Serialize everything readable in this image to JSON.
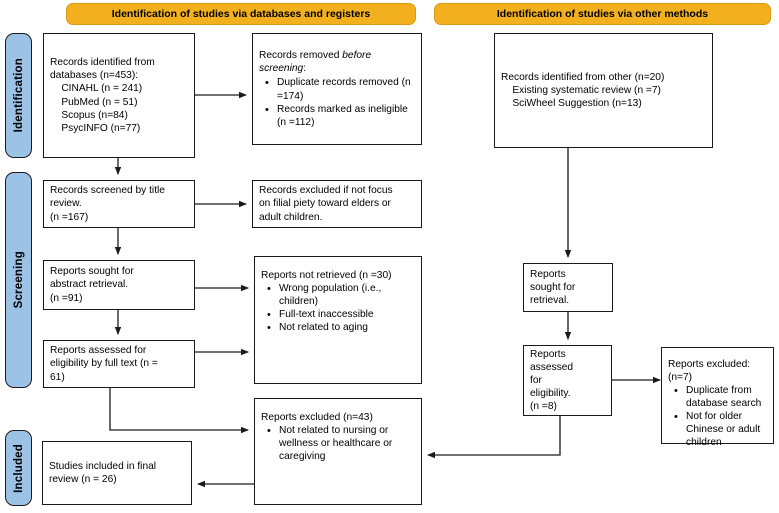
{
  "figure": {
    "type": "prisma-flow-diagram",
    "title": "PRISMA 2020 flow diagram"
  },
  "phases": [
    {
      "id": "identification",
      "label": "Identification"
    },
    {
      "id": "screening",
      "label": "Screening"
    },
    {
      "id": "included",
      "label": "Included"
    }
  ],
  "banners": [
    {
      "id": "databases",
      "label": "Identification of studies via databases and registers"
    },
    {
      "id": "other",
      "label": "Identification of studies via other methods"
    }
  ],
  "colors": {
    "phase_pill": "#9cc3e5",
    "banner": "#f2b01e",
    "box_border": "#1a1a1a",
    "box_fill": "#ffffff",
    "text": "#000000"
  },
  "boxes": {
    "records_identified_databases": {
      "lines": [
        "Records identified from",
        "databases (n=453):",
        "    CINAHL (n = 241)",
        "    PubMed (n = 51)",
        "    Scopus (n=84)",
        "    PsycINFO (n=77)"
      ]
    },
    "records_removed_before_screening": {
      "heading_plain": "Records removed ",
      "heading_italic": "before",
      "heading_plain2": "screening",
      "heading_colon": ":",
      "bullets": [
        "Duplicate records removed (n =174)",
        "Records marked as ineligible (n =112)"
      ]
    },
    "records_screened_title": {
      "lines": [
        "Records screened by title",
        "review.",
        "(n =167)"
      ]
    },
    "records_excluded_focus": {
      "lines": [
        "Records excluded if not focus",
        "on filial piety toward elders or",
        "adult children."
      ]
    },
    "reports_sought_abstract": {
      "lines": [
        "Reports sought for",
        "abstract retrieval.",
        "(n =91)"
      ]
    },
    "reports_not_retrieved": {
      "heading": "Reports not retrieved (n =30)",
      "bullets": [
        "Wrong population (i.e., children)",
        "Full-text inaccessible",
        "Not related to aging"
      ]
    },
    "reports_assessed_fulltext": {
      "lines": [
        "Reports assessed for",
        "eligibility by full text (n =",
        "61)"
      ]
    },
    "reports_excluded_43": {
      "heading": "Reports excluded (n=43)",
      "bullets": [
        "Not related to nursing or wellness or healthcare or caregiving"
      ]
    },
    "studies_included_final": {
      "lines": [
        "Studies included in final",
        "review (n = 26)"
      ]
    },
    "records_identified_other": {
      "lines": [
        "Records identified from other (n=20)",
        "    Existing systematic review (n =7)",
        "    SciWheel Suggestion (n=13)"
      ]
    },
    "reports_sought_retrieval_other": {
      "lines": [
        "Reports",
        "sought for",
        "retrieval."
      ]
    },
    "reports_assessed_other": {
      "lines": [
        "Reports",
        "assessed",
        "for",
        "eligibility.",
        "(n =8)"
      ]
    },
    "reports_excluded_7": {
      "heading": "Reports excluded: (n=7)",
      "bullets": [
        "Duplicate from database search",
        "Not for older Chinese or adult children"
      ]
    }
  }
}
